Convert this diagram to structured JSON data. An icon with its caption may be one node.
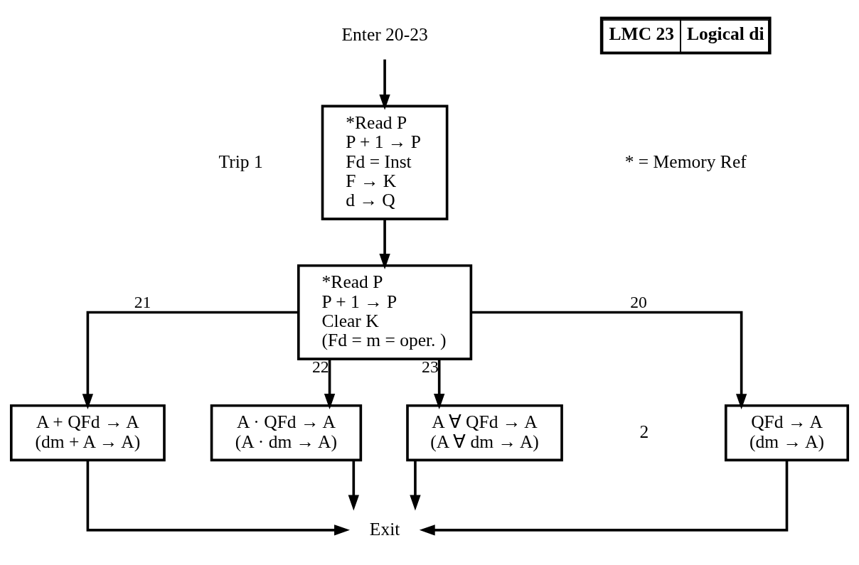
{
  "diagram": {
    "nodes": [
      {
        "text": [
          "Enter 20-23"
        ]
      },
      {
        "text": [
          "*Read P",
          "P + 1 → P",
          "Fd = Inst",
          "F → K",
          "d → Q"
        ],
        "beside": [
          "Trip 1"
        ]
      },
      {
        "text": [
          "*Read P",
          "P + 1 → P",
          "Clear K",
          "(Fd = m = oper. )"
        ]
      },
      {
        "text": [
          "QFd → A",
          "(dm → A)"
        ]
      },
      {
        "text": [
          "A + QFd → A",
          "(dm + A → A)"
        ]
      },
      {
        "text": [
          "A · QFd → A",
          "(A · dm → A)"
        ]
      },
      {
        "text": [
          "A ∀ QFd → A",
          "(A ∀ dm → A)"
        ]
      },
      {
        "text": [
          "Exit"
        ]
      }
    ],
    "edges": [
      {
        "from": 0,
        "to": 1,
        "arrow": "to"
      },
      {
        "from": 1,
        "to": 2,
        "arrow": "to"
      },
      {
        "from": 2,
        "to": 3,
        "arrow": "to",
        "label": "20"
      },
      {
        "from": 2,
        "to": 4,
        "arrow": "to",
        "label": "21"
      },
      {
        "from": 2,
        "to": 5,
        "arrow": "to",
        "label": "22"
      },
      {
        "from": 2,
        "to": 6,
        "arrow": "to",
        "label": "23"
      },
      {
        "from": 3,
        "to": 7,
        "arrow": "to"
      },
      {
        "from": 4,
        "to": 7,
        "arrow": "to"
      },
      {
        "from": 5,
        "to": 7,
        "arrow": "to"
      },
      {
        "from": 6,
        "to": 7,
        "arrow": "to"
      }
    ],
    "labels": [
      "LMC 23",
      "Logical di",
      "* = Memory Ref",
      "2"
    ]
  }
}
